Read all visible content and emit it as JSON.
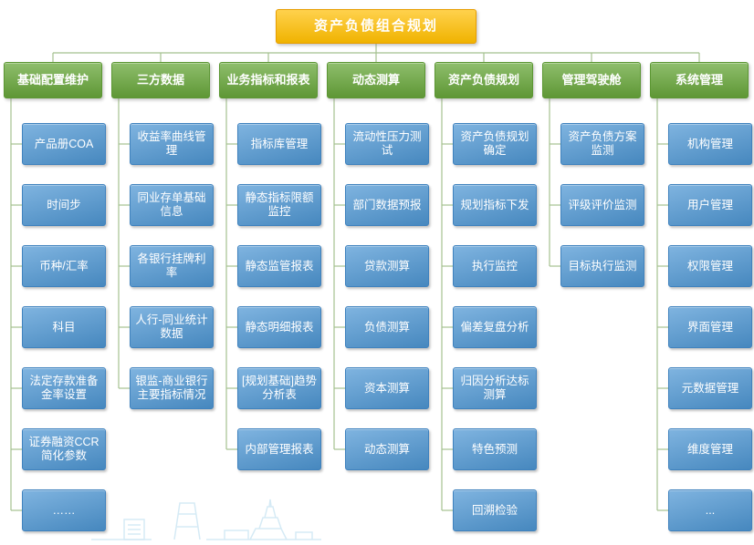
{
  "title": "资产负债组合规划",
  "colors": {
    "root_bg": "#FFBE00",
    "header_bg": "#69A83B",
    "item_bg": "#4E97D4",
    "connector": "#A5C18F"
  },
  "columns": [
    {
      "header": "基础配置维护",
      "items": [
        "产品册COA",
        "时间步",
        "币种/汇率",
        "科目",
        "法定存款准备金率设置",
        "证券融资CCR简化参数",
        "……"
      ]
    },
    {
      "header": "三方数据",
      "items": [
        "收益率曲线管理",
        "同业存单基础信息",
        "各银行挂牌利率",
        "人行-同业统计数据",
        "银监-商业银行主要指标情况"
      ]
    },
    {
      "header": "业务指标和报表",
      "items": [
        "指标库管理",
        "静态指标限额监控",
        "静态监管报表",
        "静态明细报表",
        "[规划基础]趋势分析表",
        "内部管理报表"
      ]
    },
    {
      "header": "动态测算",
      "items": [
        "流动性压力测试",
        "部门数据预报",
        "贷款测算",
        "负债测算",
        "资本测算",
        "动态测算"
      ]
    },
    {
      "header": "资产负债规划",
      "items": [
        "资产负债规划确定",
        "规划指标下发",
        "执行监控",
        "偏差复盘分析",
        "归因分析达标测算",
        "特色预测",
        "回溯检验"
      ]
    },
    {
      "header": "管理驾驶舱",
      "items": [
        "资产负债方案监测",
        "评级评价监测",
        "目标执行监测"
      ]
    },
    {
      "header": "系统管理",
      "items": [
        "机构管理",
        "用户管理",
        "权限管理",
        "界面管理",
        "元数据管理",
        "维度管理",
        "..."
      ]
    }
  ]
}
